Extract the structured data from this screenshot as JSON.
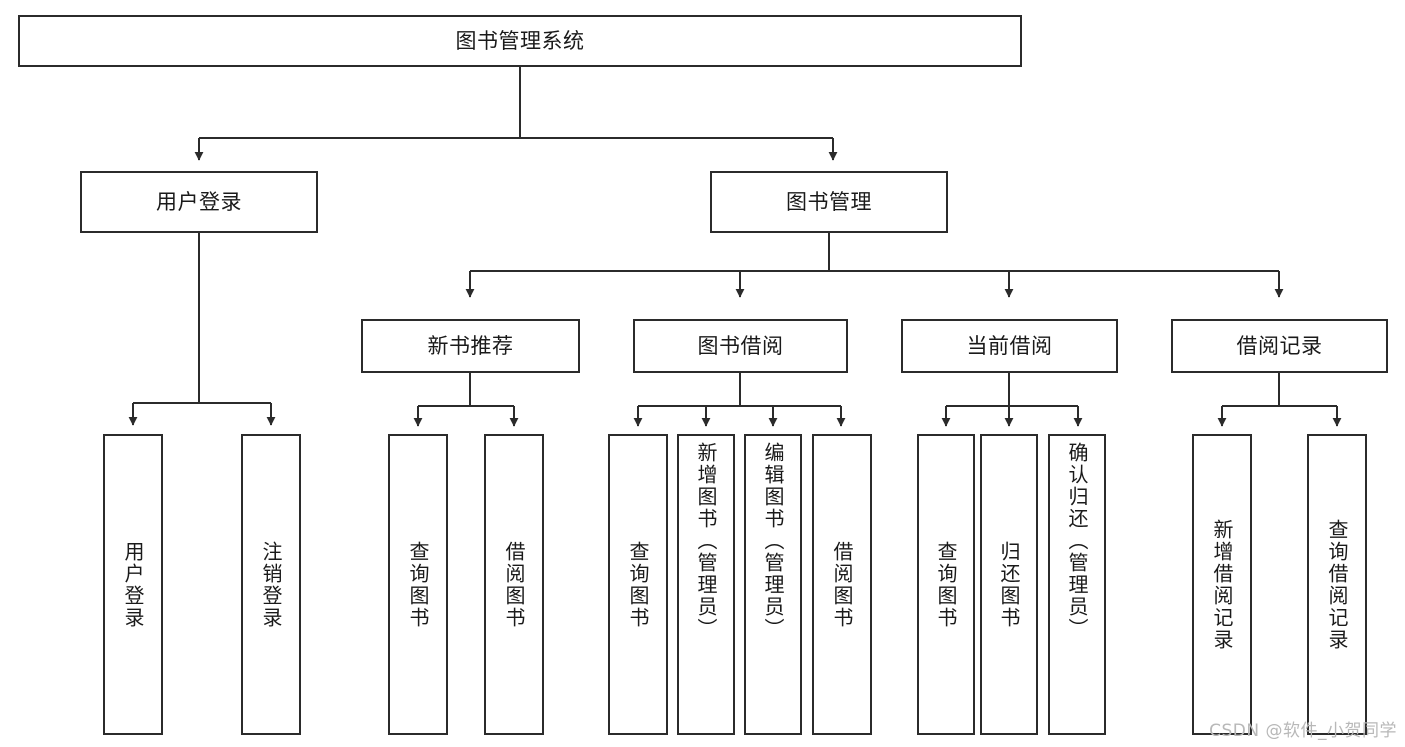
{
  "diagram": {
    "title": "图书管理系统",
    "type": "tree-hierarchy",
    "watermark": "CSDN @软件_小贺同学",
    "colors": {
      "box_border": "#2b2b2b",
      "box_fill": "#ffffff",
      "edge": "#2b2b2b",
      "text": "#1a1a1a",
      "watermark": "#b8b8b8",
      "background": "#ffffff"
    },
    "levels": {
      "root": "图书管理系统",
      "level2": [
        "用户登录",
        "图书管理"
      ],
      "level3": [
        "新书推荐",
        "图书借阅",
        "当前借阅",
        "借阅记录"
      ]
    },
    "nodes": {
      "root": {
        "label": "图书管理系统"
      },
      "user_login": {
        "label": "用户登录"
      },
      "book_manage": {
        "label": "图书管理"
      },
      "new_book_rec": {
        "label": "新书推荐"
      },
      "book_borrow": {
        "label": "图书借阅"
      },
      "current_borrow": {
        "label": "当前借阅"
      },
      "borrow_record": {
        "label": "借阅记录"
      },
      "leaf_user_login": {
        "label": "用户登录"
      },
      "leaf_logout_login": {
        "label": "注销登录"
      },
      "leaf_query_book_1": {
        "label": "查询图书"
      },
      "leaf_borrow_book_1": {
        "label": "借阅图书"
      },
      "leaf_query_book_2": {
        "label": "查询图书"
      },
      "leaf_add_book_admin": {
        "label": "新增图书（管理员）"
      },
      "leaf_edit_book_admin": {
        "label": "编辑图书（管理员）"
      },
      "leaf_borrow_book_2": {
        "label": "借阅图书"
      },
      "leaf_query_book_3": {
        "label": "查询图书"
      },
      "leaf_return_book": {
        "label": "归还图书"
      },
      "leaf_confirm_return_admin": {
        "label": "确认归还（管理员）"
      },
      "leaf_add_borrow_record": {
        "label": "新增借阅记录"
      },
      "leaf_query_borrow_record": {
        "label": "查询借阅记录"
      }
    },
    "edges": [
      {
        "from": "root",
        "to": "user_login"
      },
      {
        "from": "root",
        "to": "book_manage"
      },
      {
        "from": "user_login",
        "to": "leaf_user_login"
      },
      {
        "from": "user_login",
        "to": "leaf_logout_login"
      },
      {
        "from": "book_manage",
        "to": "new_book_rec"
      },
      {
        "from": "book_manage",
        "to": "book_borrow"
      },
      {
        "from": "book_manage",
        "to": "current_borrow"
      },
      {
        "from": "book_manage",
        "to": "borrow_record"
      },
      {
        "from": "new_book_rec",
        "to": "leaf_query_book_1"
      },
      {
        "from": "new_book_rec",
        "to": "leaf_borrow_book_1"
      },
      {
        "from": "book_borrow",
        "to": "leaf_query_book_2"
      },
      {
        "from": "book_borrow",
        "to": "leaf_add_book_admin"
      },
      {
        "from": "book_borrow",
        "to": "leaf_edit_book_admin"
      },
      {
        "from": "book_borrow",
        "to": "leaf_borrow_book_2"
      },
      {
        "from": "current_borrow",
        "to": "leaf_query_book_3"
      },
      {
        "from": "current_borrow",
        "to": "leaf_return_book"
      },
      {
        "from": "current_borrow",
        "to": "leaf_confirm_return_admin"
      },
      {
        "from": "borrow_record",
        "to": "leaf_add_borrow_record"
      },
      {
        "from": "borrow_record",
        "to": "leaf_query_borrow_record"
      }
    ]
  }
}
